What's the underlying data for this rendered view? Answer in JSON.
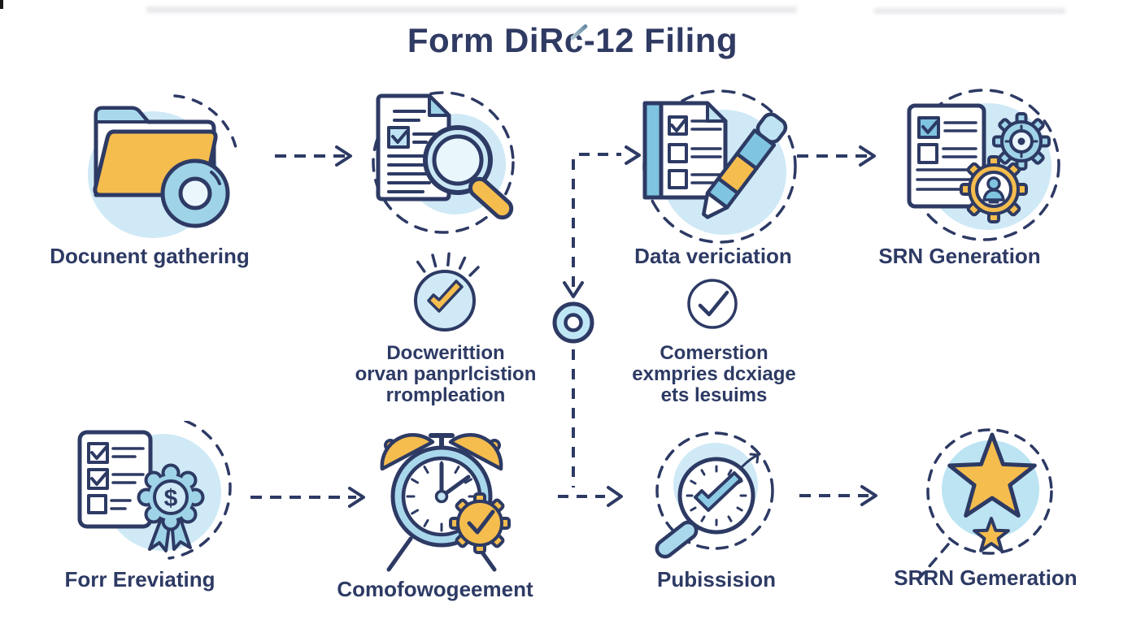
{
  "title": "Form DiRc-12 Filing",
  "colors": {
    "navy": "#2d3a64",
    "yellow": "#f5bd4e",
    "light_blue": "#cfe9f6",
    "mid_blue": "#a9d8ed",
    "sky_blue": "#7fc4e0"
  },
  "steps": {
    "document_gathering": {
      "label": "Docunent gathering"
    },
    "data_verification": {
      "label": "Data vericiation"
    },
    "srn_generation": {
      "label": "SRN Generation"
    },
    "documentation_completion": {
      "line1": "Docwerittion",
      "line2": "orvan panprlcistion",
      "line3": "rrompleation"
    },
    "completion_review": {
      "line1": "Comerstion",
      "line2": "exmpries dcxiage",
      "line3": "ets lesuims"
    },
    "form_evaluating": {
      "label": "Forr Ereviating"
    },
    "acknowledgement": {
      "label": "Comofowogeement"
    },
    "submission": {
      "label": "Pubissision"
    },
    "srn_generation_final": {
      "label": "SRRN Gemeration"
    }
  },
  "badge_dollar_symbol": "$"
}
